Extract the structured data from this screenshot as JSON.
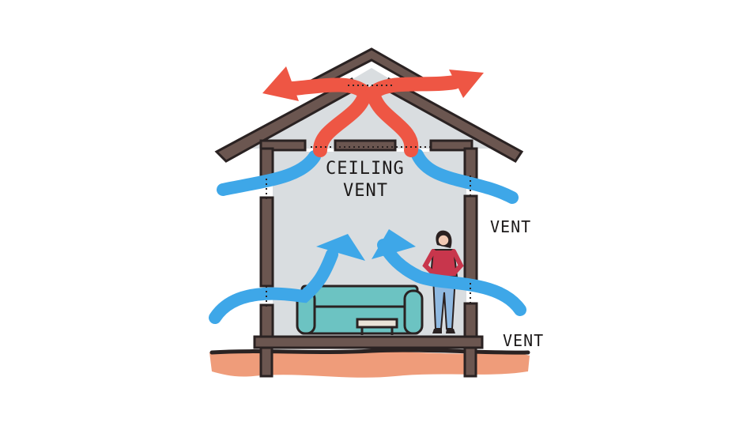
{
  "labels": {
    "ceiling_vent_line1": "CEILING",
    "ceiling_vent_line2": "VENT",
    "upper_wall_vent": "VENT",
    "lower_wall_vent": "VENT"
  },
  "colors": {
    "hot_air": "#ee5644",
    "cool_air": "#3ea7e8",
    "interior": "#d9dde0",
    "structure": "#6b5650",
    "outline": "#2a2222",
    "ground": "#ef9c7a",
    "sofa": "#6cc3c2"
  }
}
